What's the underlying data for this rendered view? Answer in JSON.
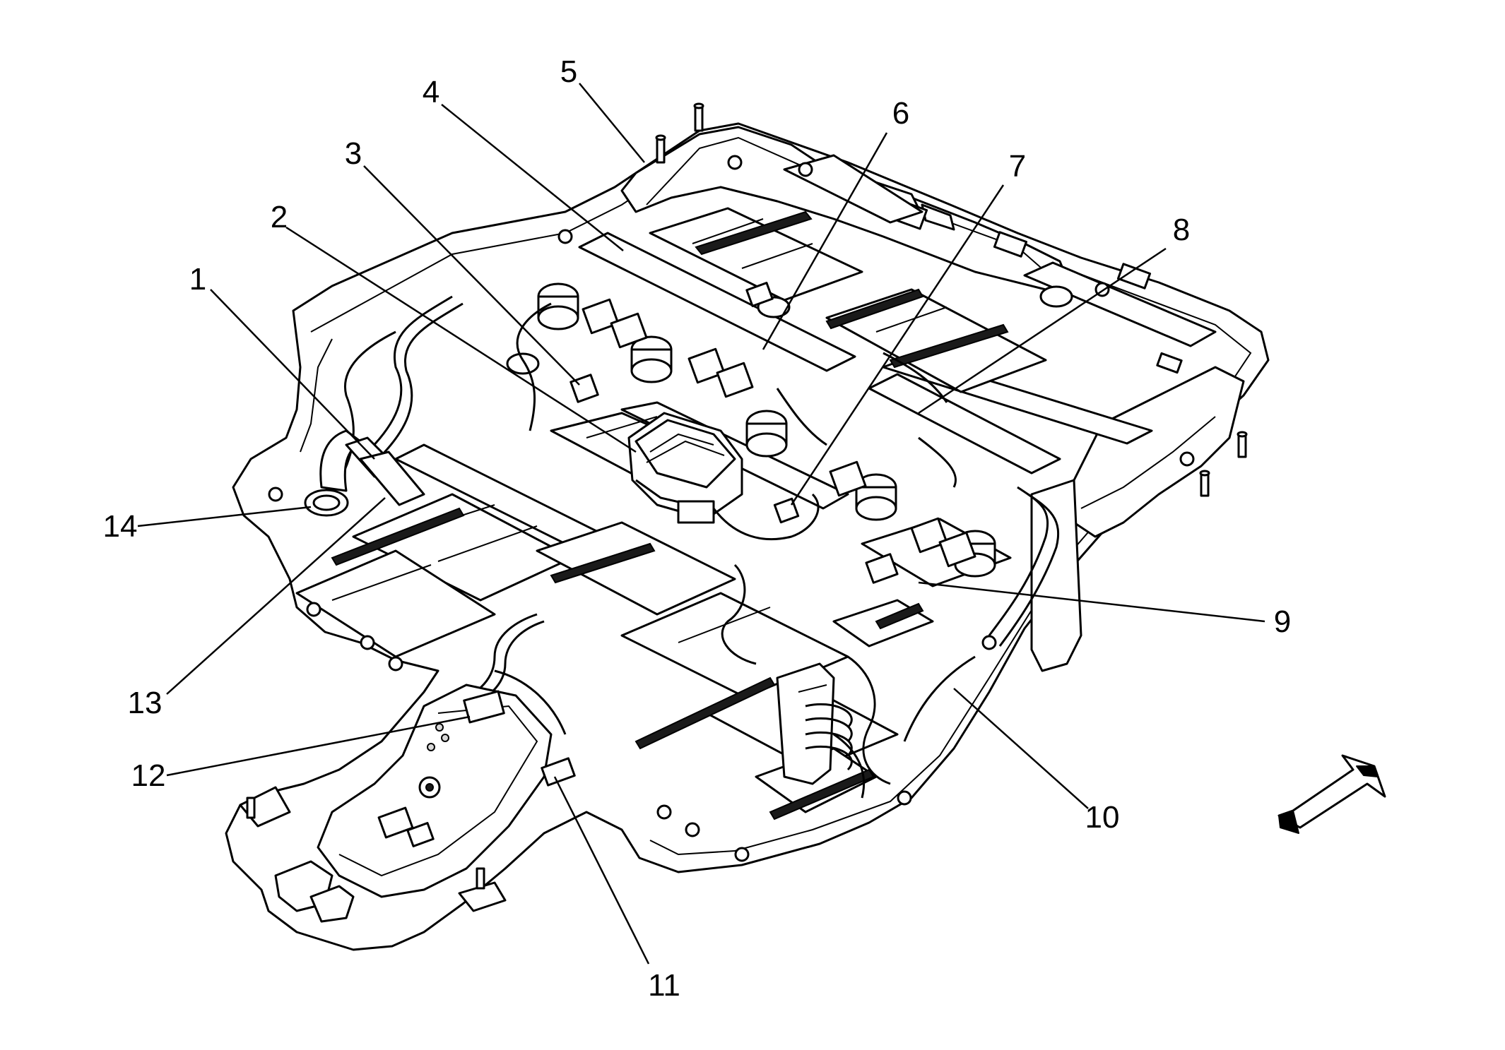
{
  "callouts": [
    {
      "id": 1,
      "label": "1"
    },
    {
      "id": 2,
      "label": "2"
    },
    {
      "id": 3,
      "label": "3"
    },
    {
      "id": 4,
      "label": "4"
    },
    {
      "id": 5,
      "label": "5"
    },
    {
      "id": 6,
      "label": "6"
    },
    {
      "id": 7,
      "label": "7"
    },
    {
      "id": 8,
      "label": "8"
    },
    {
      "id": 9,
      "label": "9"
    },
    {
      "id": 10,
      "label": "10"
    },
    {
      "id": 11,
      "label": "11"
    },
    {
      "id": 12,
      "label": "12"
    },
    {
      "id": 13,
      "label": "13"
    },
    {
      "id": 14,
      "label": "14"
    }
  ],
  "direction_arrow": {
    "icon": "vehicle-front-direction-arrow-icon"
  },
  "colors": {
    "line": "#000000",
    "background": "#ffffff"
  }
}
